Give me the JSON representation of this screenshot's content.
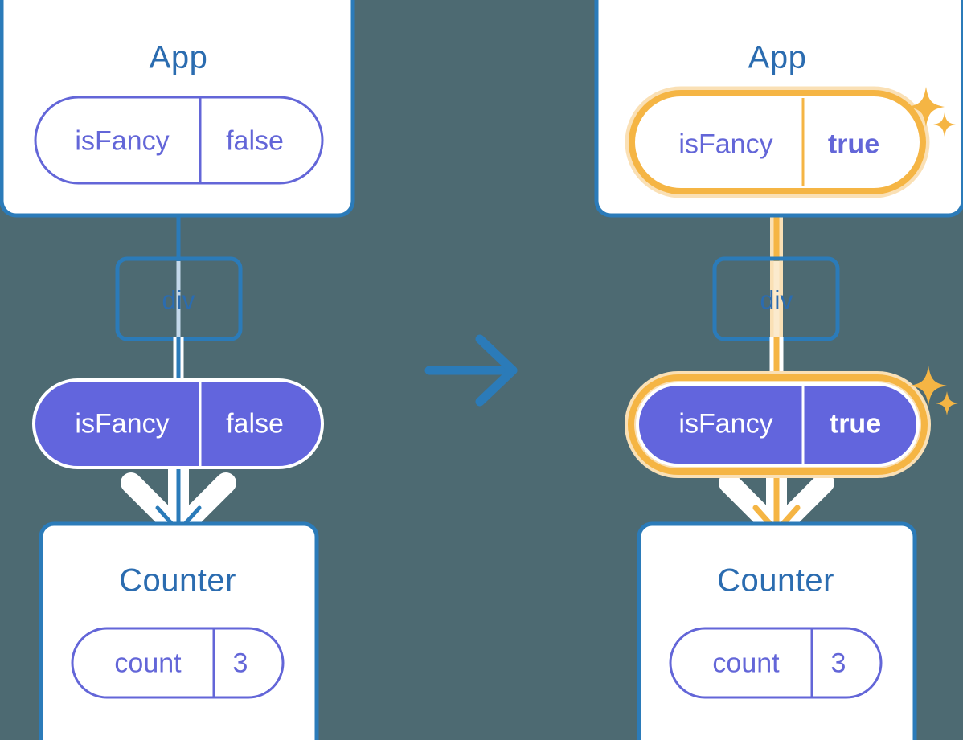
{
  "diagram": {
    "type": "react-state-propagation-diagram",
    "background_color": "#4d6a72",
    "transition_arrow": "right-arrow-icon",
    "colors": {
      "box_border": "#2b7bb9",
      "box_fill": "#ffffff",
      "title_text": "#2b6cb0",
      "pill_outline": "#6366d8",
      "pill_fill": "#6265dd",
      "pill_text_light": "#ffffff",
      "highlight": "#f5b544",
      "highlight_glow": "#fae0b5",
      "connector": "#2b7bb9"
    },
    "panels": [
      {
        "id": "before",
        "nodes": {
          "app": {
            "title": "App",
            "state": {
              "key": "isFancy",
              "value": "false",
              "style": "outline",
              "highlighted": false
            }
          },
          "div": {
            "label": "div"
          },
          "prop": {
            "key": "isFancy",
            "value": "false",
            "style": "filled",
            "highlighted": false
          },
          "counter": {
            "title": "Counter",
            "state": {
              "key": "count",
              "value": "3",
              "style": "outline",
              "highlighted": false
            }
          }
        }
      },
      {
        "id": "after",
        "nodes": {
          "app": {
            "title": "App",
            "state": {
              "key": "isFancy",
              "value": "true",
              "style": "outline",
              "highlighted": true,
              "sparkles": true
            }
          },
          "div": {
            "label": "div"
          },
          "prop": {
            "key": "isFancy",
            "value": "true",
            "style": "filled",
            "highlighted": true,
            "sparkles": true
          },
          "counter": {
            "title": "Counter",
            "state": {
              "key": "count",
              "value": "3",
              "style": "outline",
              "highlighted": false
            }
          }
        }
      }
    ]
  }
}
